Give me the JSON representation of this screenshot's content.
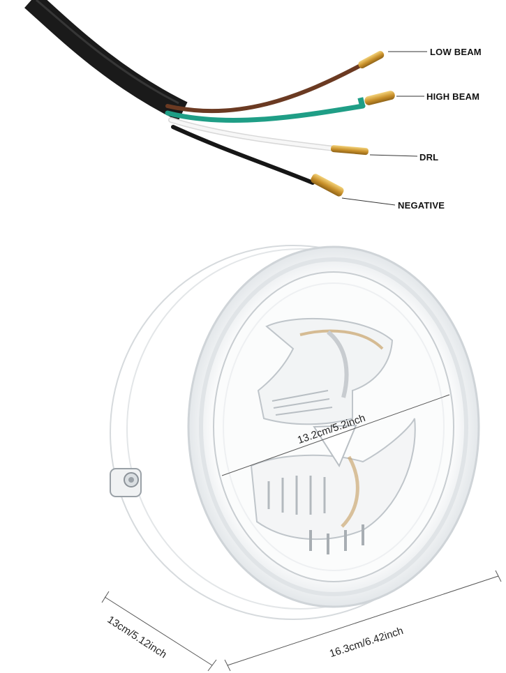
{
  "wire_labels": {
    "low_beam": "LOW BEAM",
    "high_beam": "HIGH BEAM",
    "drl": "DRL",
    "negative": "NEGATIVE"
  },
  "dimensions": {
    "lens_diameter": "13.2cm/5.2inch",
    "depth": "13cm/5.12inch",
    "housing_diameter": "16.3cm/6.42inch"
  },
  "colors": {
    "cable_sheath": "#1a1a1a",
    "wire_brown": "#6b3a22",
    "wire_green": "#1f9e86",
    "wire_white": "#f4f4f4",
    "wire_black": "#161616",
    "connector_brass": "#d9a93a",
    "housing_chrome": "#e9ecee"
  }
}
